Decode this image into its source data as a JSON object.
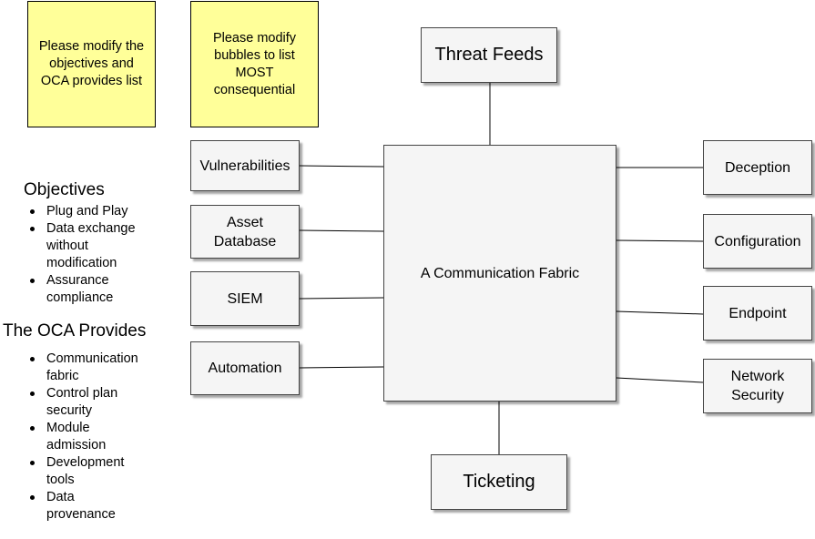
{
  "notes": [
    {
      "text": "Please modify the\nobjectives and\nOCA provides list"
    },
    {
      "text": "Please modify\nbubbles to list\nMOST\nconsequential"
    }
  ],
  "objectives": {
    "heading": "Objectives",
    "items": [
      "Plug and Play",
      "Data exchange\nwithout\nmodification",
      "Assurance\ncompliance"
    ]
  },
  "oca_provides": {
    "heading": "The OCA Provides",
    "items": [
      "Communication\nfabric",
      "Control plan\nsecurity",
      "Module\nadmission",
      "Development\ntools",
      "Data\nprovenance"
    ]
  },
  "diagram": {
    "center": "A Communication Fabric",
    "top": "Threat Feeds",
    "bottom": "Ticketing",
    "left": [
      "Vulnerabilities",
      "Asset\nDatabase",
      "SIEM",
      "Automation"
    ],
    "right": [
      "Deception",
      "Configuration",
      "Endpoint",
      "Network\nSecurity"
    ]
  }
}
